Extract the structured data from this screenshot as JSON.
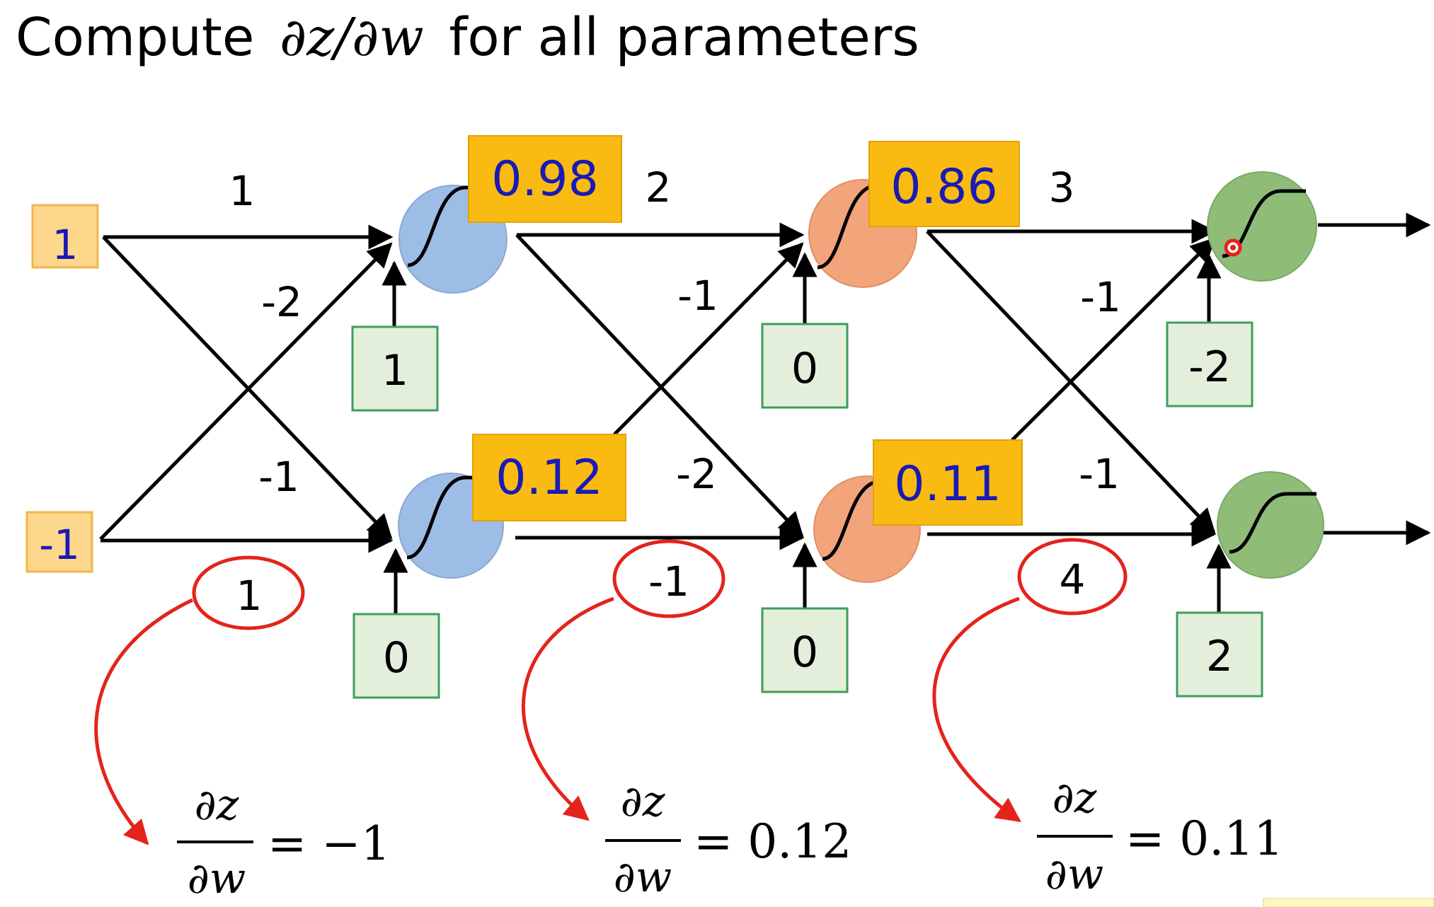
{
  "title": {
    "prefix": "Compute",
    "math": "∂z/∂w",
    "suffix": "for all parameters"
  },
  "inputs": [
    "1",
    "-1"
  ],
  "weights": {
    "layer1": {
      "top_straight": "1",
      "top_cross": "-2",
      "bottom_cross": "-1",
      "bottom_straight": "1"
    },
    "layer2": {
      "top_straight": "2",
      "top_cross": "-1",
      "bottom_cross": "-2",
      "bottom_straight": "-1"
    },
    "layer3": {
      "top_straight": "3",
      "top_cross": "-1",
      "bottom_cross": "-1",
      "bottom_straight": "4"
    }
  },
  "biases": {
    "layer1": [
      "1",
      "0"
    ],
    "layer2": [
      "0",
      "0"
    ],
    "layer3": [
      "-2",
      "2"
    ]
  },
  "activations": {
    "layer1": [
      "0.98",
      "0.12"
    ],
    "layer2": [
      "0.86",
      "0.11"
    ]
  },
  "derivatives": {
    "numerator": "∂z",
    "denominator": "∂w",
    "values": [
      "= −1",
      "= 0.12",
      "= 0.11"
    ]
  },
  "colors": {
    "layer1_neuron": "#9dbde6",
    "layer2_neuron": "#f2a47a",
    "layer3_neuron": "#8fbd78",
    "value_box": "#f9bb12",
    "input_box": "#fcd78c",
    "bias_box": "#e3efdb",
    "bias_border": "#3f9d5a",
    "annotation_red": "#e3241b",
    "value_text": "#1a1ab4"
  }
}
